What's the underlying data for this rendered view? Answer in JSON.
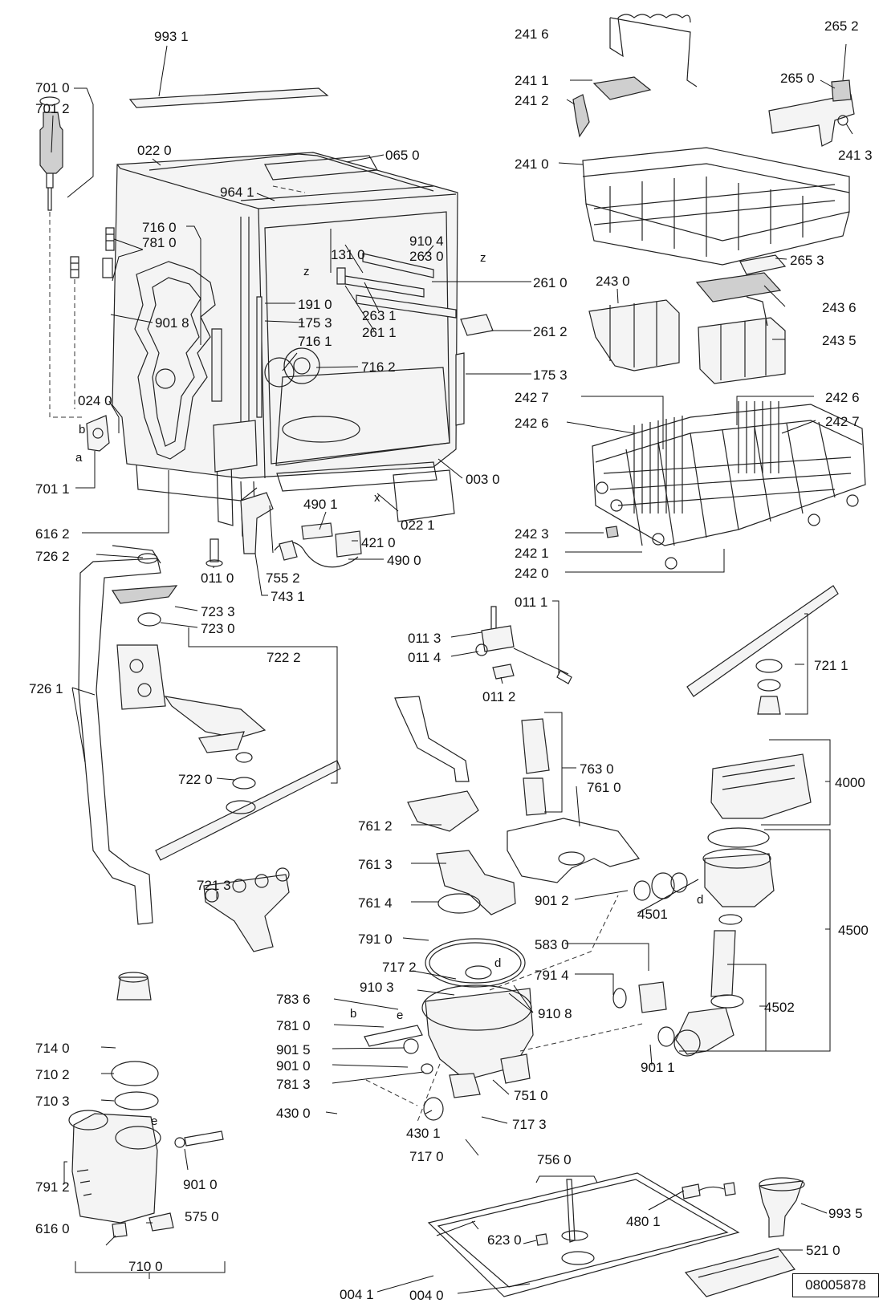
{
  "drawing_number": "08005878",
  "labels": {
    "l_9931": "993 1",
    "l_7010": "701 0",
    "l_7012": "701 2",
    "l_0220": "022 0",
    "l_0650": "065 0",
    "l_9641": "964 1",
    "l_7160": "716 0",
    "l_7810": "781 0",
    "l_1310": "131 0",
    "l_9104": "910 4",
    "l_2630": "263 0",
    "l_1910": "191 0",
    "l_9018": "901 8",
    "l_1753a": "175 3",
    "l_2631": "263 1",
    "l_2611": "261 1",
    "l_7161": "716 1",
    "l_7162": "716 2",
    "l_0240": "024 0",
    "l_7011": "701 1",
    "l_0030": "003 0",
    "l_6162": "616 2",
    "l_4901": "490 1",
    "l_0221": "022 1",
    "l_4210": "421 0",
    "l_7262": "726 2",
    "l_4900": "490 0",
    "l_0110": "011 0",
    "l_7552": "755 2",
    "l_7431": "743 1",
    "l_7233": "723 3",
    "l_7230": "723 0",
    "l_7222": "722 2",
    "l_7261": "726 1",
    "l_7220": "722 0",
    "l_7213": "721 3",
    "l_2416": "241 6",
    "l_2652": "265 2",
    "l_2650": "265 0",
    "l_2411": "241 1",
    "l_2412": "241 2",
    "l_2413": "241 3",
    "l_2410": "241 0",
    "l_2653": "265 3",
    "l_2610": "261 0",
    "l_2430": "243 0",
    "l_2436": "243 6",
    "l_2612": "261 2",
    "l_2435": "243 5",
    "l_1753b": "175 3",
    "l_2427a": "242 7",
    "l_2426a": "242 6",
    "l_2426b": "242 6",
    "l_2427b": "242 7",
    "l_2423": "242 3",
    "l_2421": "242 1",
    "l_2420": "242 0",
    "l_0111": "011 1",
    "l_0113": "011 3",
    "l_0114": "011 4",
    "l_0112": "011 2",
    "l_7211": "721 1",
    "l_7630": "763 0",
    "l_7610": "761 0",
    "l_4000": "4000",
    "l_7612": "761 2",
    "l_7613": "761 3",
    "l_7614": "761 4",
    "l_9012": "901 2",
    "l_4501": "4501",
    "l_4500": "4500",
    "l_7910": "791 0",
    "l_5830": "583 0",
    "l_7172": "717 2",
    "l_7914": "791 4",
    "l_9103": "910 3",
    "l_9108": "910 8",
    "l_7836": "783 6",
    "l_7810b": "781 0",
    "l_4502": "4502",
    "l_9015": "901 5",
    "l_9010a": "901 0",
    "l_9011": "901 1",
    "l_7813": "781 3",
    "l_7510": "751 0",
    "l_7140": "714 0",
    "l_7102": "710 2",
    "l_7103": "710 3",
    "l_4300": "430 0",
    "l_4301": "430 1",
    "l_7173": "717 3",
    "l_7170": "717 0",
    "l_7560": "756 0",
    "l_9010b": "901 0",
    "l_7912": "791 2",
    "l_5750": "575 0",
    "l_6160": "616 0",
    "l_7100": "710 0",
    "l_4801": "480 1",
    "l_9935": "993 5",
    "l_6230": "623 0",
    "l_5210": "521 0",
    "l_0041": "004 1",
    "l_0040": "004 0"
  },
  "letters": {
    "z1": "z",
    "z2": "z",
    "x1": "x",
    "b1": "b",
    "a1": "a",
    "d1": "d",
    "d2": "d",
    "b2": "b",
    "e1": "e",
    "e2": "e"
  }
}
